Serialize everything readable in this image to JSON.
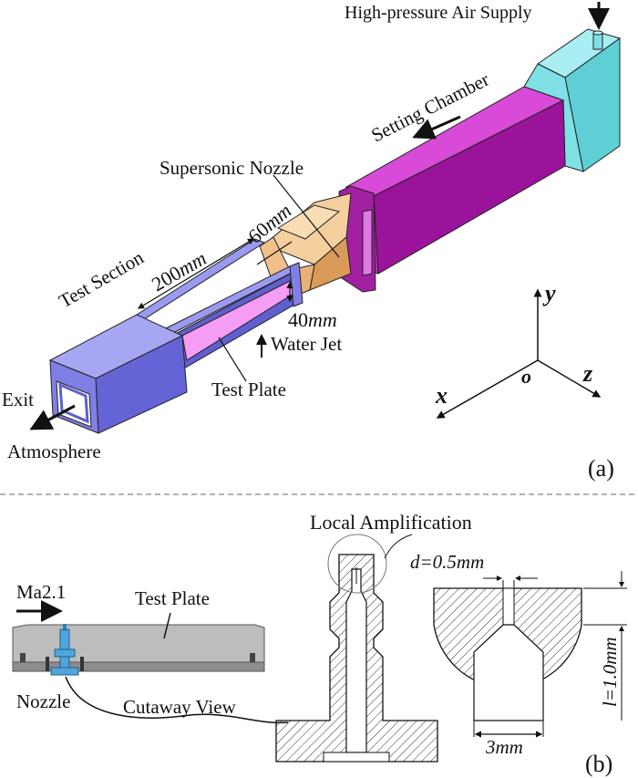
{
  "panel_a": {
    "tag": "(a)",
    "high_pressure": "High-pressure Air  Supply",
    "setting_chamber": "Setting Chamber",
    "supersonic_nozzle": "Supersonic Nozzle",
    "test_section": "Test Section",
    "dim_200": "200",
    "dim_60": "60",
    "dim_40": "40",
    "unit_mm": "mm",
    "water_jet": "Water Jet",
    "test_plate": "Test Plate",
    "exit": "Exit",
    "atmosphere": "Atmosphere",
    "axis_x": "x",
    "axis_y": "y",
    "axis_z": "z",
    "axis_o": "o"
  },
  "panel_b": {
    "tag": "(b)",
    "mach": "Ma2.1",
    "test_plate": "Test Plate",
    "nozzle": "Nozzle",
    "cutaway": "Cutaway View",
    "local_amp": "Local Amplification",
    "d_label": "d=0.5mm",
    "l_label": "l=1.0mm",
    "dia_label": "3mm"
  },
  "colors": {
    "chamber": "#7fe0e6",
    "duct": "#c12ac1",
    "nozzle": "#f0c08c",
    "test_section": "#7f7fe6",
    "plate": "#f59cf5",
    "plate_gray": "#9a9a9a",
    "nozzle_blue": "#4fa6dd"
  }
}
